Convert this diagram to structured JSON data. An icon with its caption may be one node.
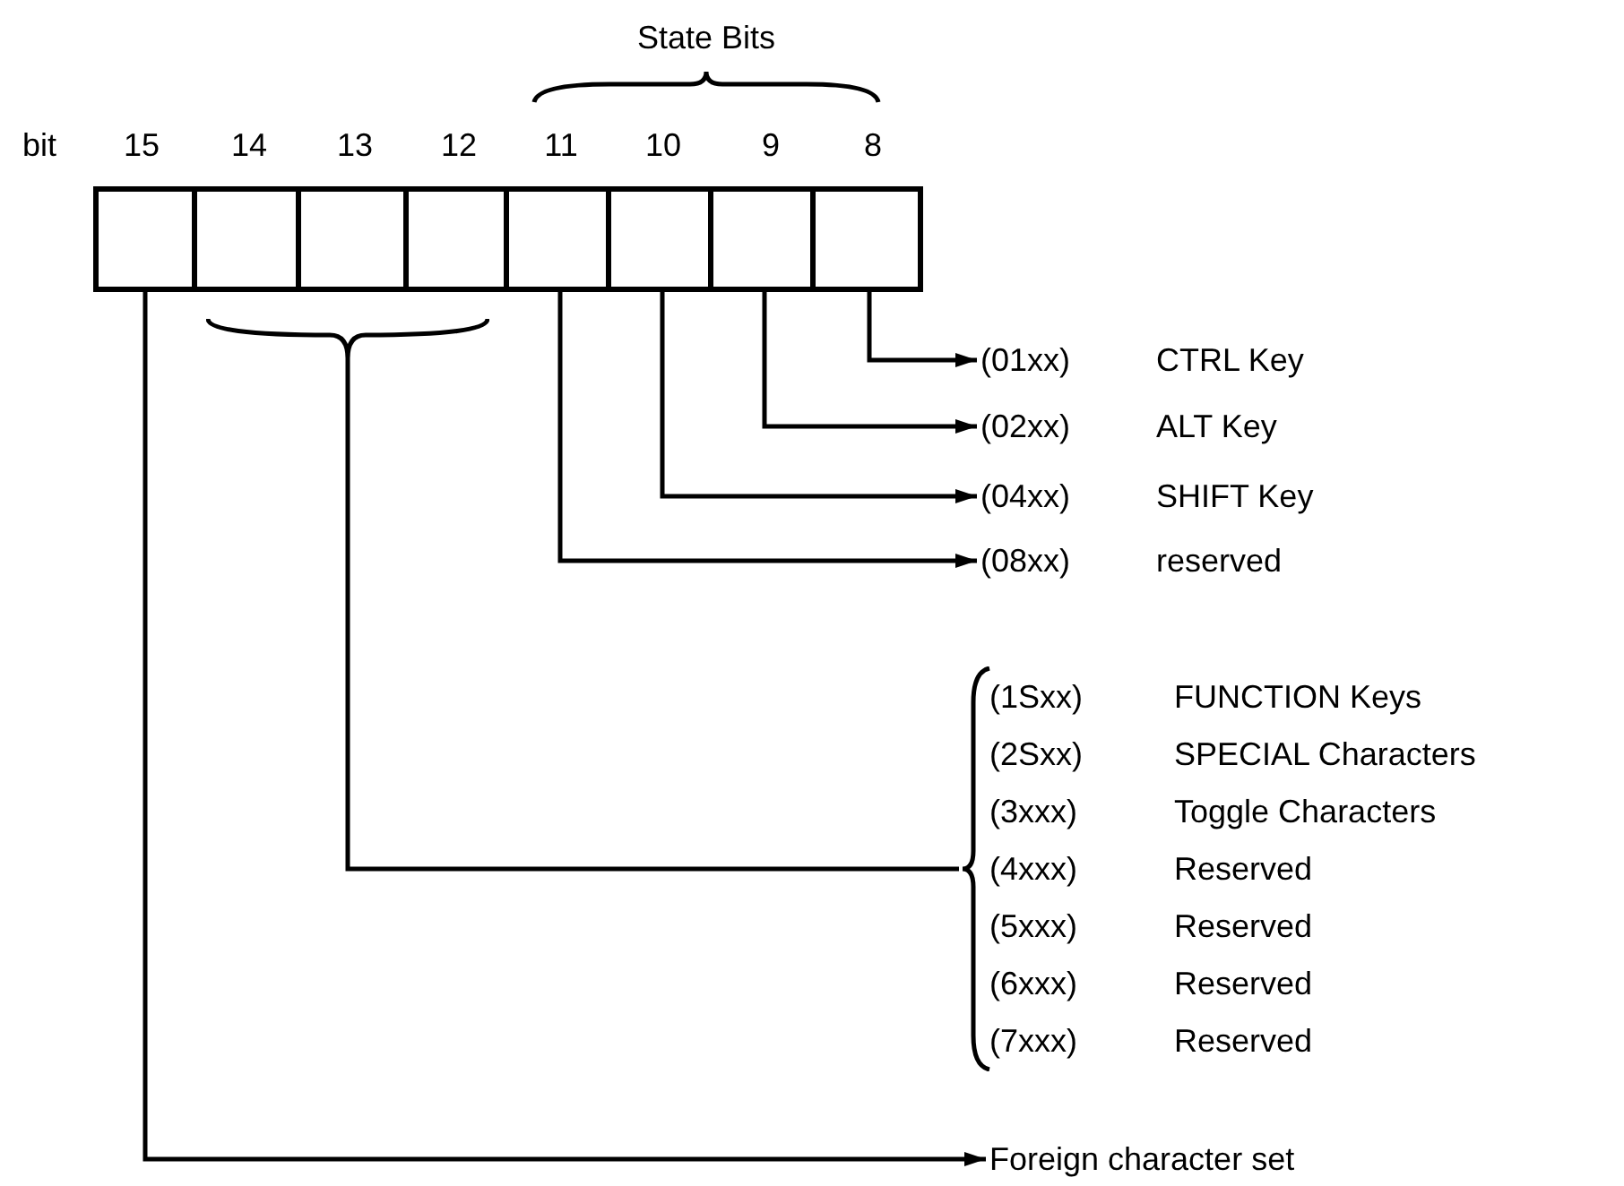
{
  "diagram": {
    "nodes": [
      {
        "text": [],
        "shape": "box"
      },
      {
        "text": [],
        "shape": "box"
      },
      {
        "text": [],
        "shape": "box"
      },
      {
        "text": [],
        "shape": "box"
      },
      {
        "text": [],
        "shape": "box"
      },
      {
        "text": [],
        "shape": "box"
      },
      {
        "text": [],
        "shape": "box"
      },
      {
        "text": [],
        "shape": "box"
      },
      {
        "text": [],
        "shape": "brace"
      },
      {
        "text": [
          "(01xx)",
          "CTRL Key"
        ]
      },
      {
        "text": [
          "(02xx)",
          "ALT Key"
        ]
      },
      {
        "text": [
          "(04xx)",
          "SHIFT Key"
        ]
      },
      {
        "text": [
          "(08xx)",
          "reserved"
        ]
      },
      {
        "text": [
          "(1Sxx)",
          "FUNCTION Keys",
          "(2Sxx)",
          "SPECIAL Characters",
          "(3xxx)",
          "Toggle Characters",
          "(4xxx)",
          "Reserved",
          "(5xxx)",
          "Reserved",
          "(6xxx)",
          "Reserved",
          "(7xxx)",
          "Reserved"
        ]
      },
      {
        "text": [
          "Foreign character set"
        ]
      }
    ],
    "edges": [
      {
        "from": 7,
        "to": 9,
        "arrow": "to"
      },
      {
        "from": 6,
        "to": 10,
        "arrow": "to"
      },
      {
        "from": 5,
        "to": 11,
        "arrow": "to"
      },
      {
        "from": 4,
        "to": 12,
        "arrow": "to"
      },
      {
        "from": 8,
        "to": 13,
        "arrow": "none"
      },
      {
        "from": 0,
        "to": 14,
        "arrow": "to"
      }
    ],
    "labels": [
      "State Bits",
      "bit",
      "15",
      "14",
      "13",
      "12",
      "11",
      "10",
      "9",
      "8"
    ]
  }
}
